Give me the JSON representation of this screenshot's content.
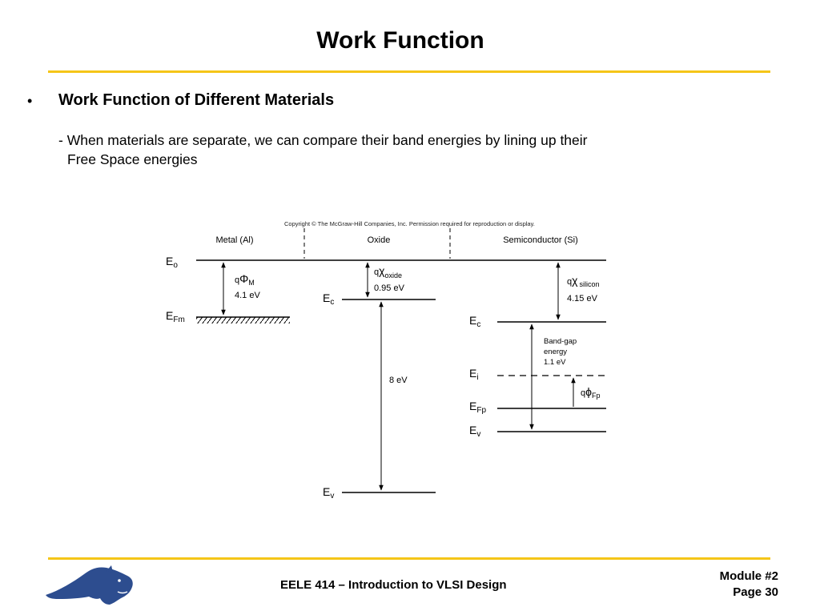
{
  "slide": {
    "title": "Work Function",
    "bullet": "•",
    "bullet_title": "Work Function of Different Materials",
    "paragraph_line1": "- When materials are separate, we can compare their band energies by lining up their",
    "paragraph_line2": "Free Space energies"
  },
  "diagram": {
    "copyright": "Copyright © The McGraw-Hill Companies, Inc. Permission required for reproduction or display.",
    "regions": {
      "metal": "Metal (Al)",
      "oxide": "Oxide",
      "semiconductor": "Semiconductor (Si)"
    },
    "levels": {
      "e0": "E",
      "e0_sub": "o",
      "efm": "E",
      "efm_sub": "Fm",
      "ec_ox": "E",
      "ec_ox_sub": "c",
      "ev_ox": "E",
      "ev_ox_sub": "v",
      "ec_si": "E",
      "ec_si_sub": "c",
      "ei": "E",
      "ei_sub": "i",
      "efp": "E",
      "efp_sub": "Fp",
      "ev_si": "E",
      "ev_si_sub": "v"
    },
    "annotations": {
      "q_phi_m_q": "q",
      "q_phi_m_sym": "Φ",
      "q_phi_m_sub": "M",
      "metal_value": "4.1 eV",
      "q_chi_ox_q": "q",
      "q_chi_ox_sym": "χ",
      "q_chi_ox_sub": "oxide",
      "oxide_value": "0.95 eV",
      "oxide_gap": "8 eV",
      "q_chi_si_q": "q",
      "q_chi_si_sym": "χ",
      "q_chi_si_sub": "silicon",
      "si_value": "4.15 eV",
      "bandgap_line1": "Band-gap",
      "bandgap_line2": "energy",
      "bandgap_line3": "1.1 eV",
      "q_phi_fp_q": "q",
      "q_phi_fp_sym": "ϕ",
      "q_phi_fp_sub": "Fp"
    }
  },
  "footer": {
    "course": "EELE 414 – Introduction to VLSI Design",
    "module": "Module #2",
    "page": "Page 30"
  },
  "colors": {
    "rule": "#f5c518",
    "logo": "#2d4d8f"
  }
}
